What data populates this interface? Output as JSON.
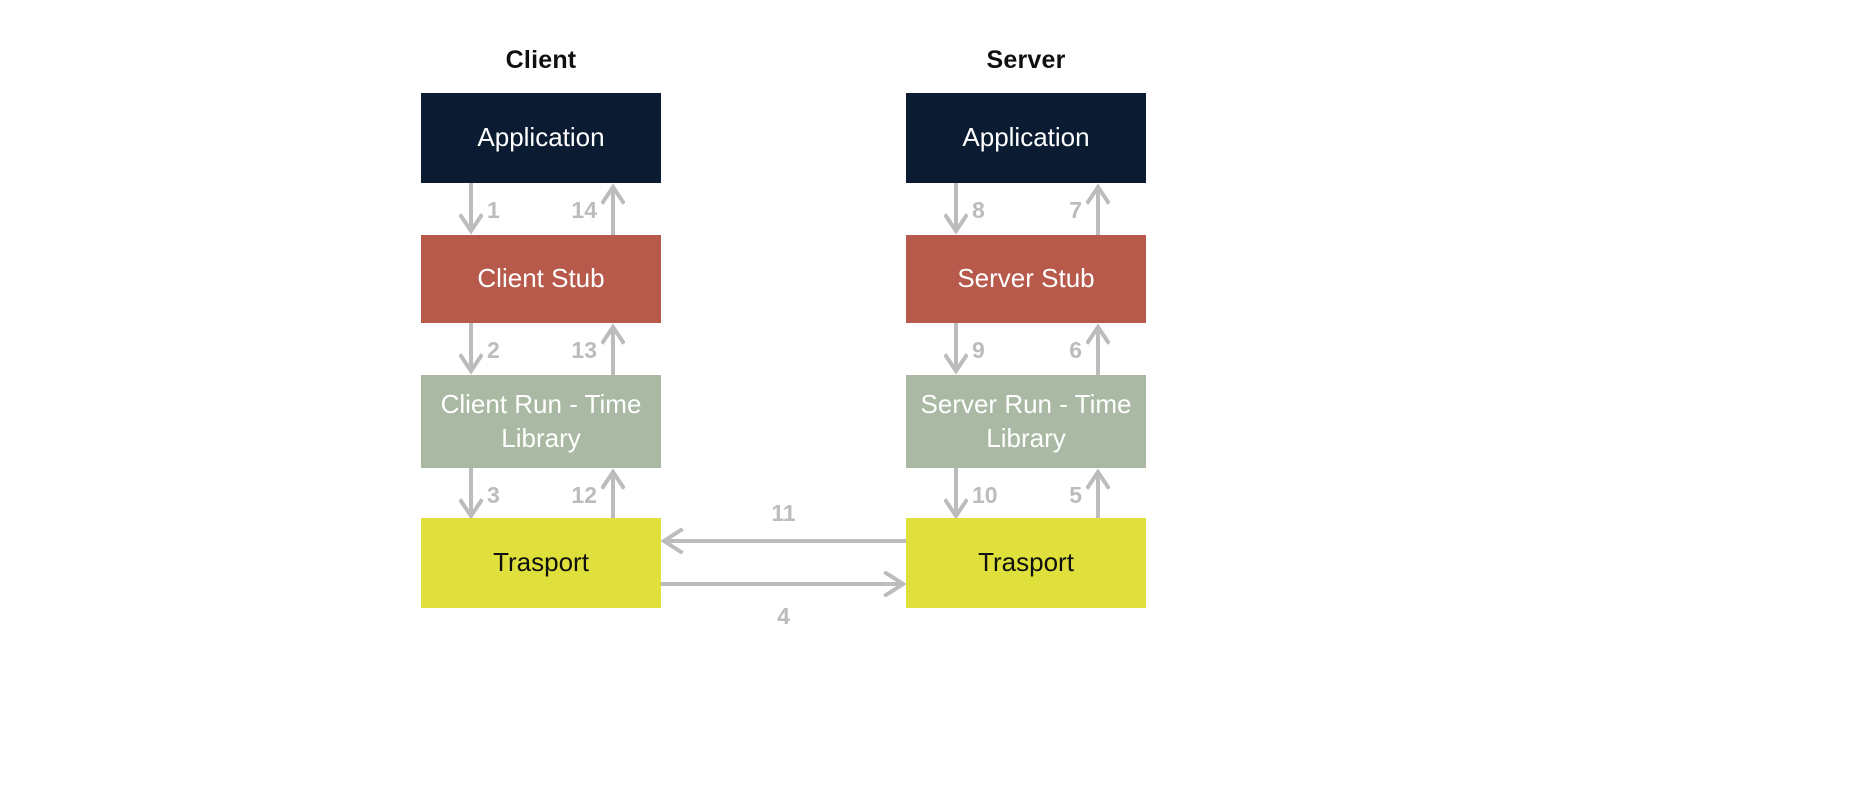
{
  "diagram": {
    "title_client": "Client",
    "title_server": "Server",
    "colors": {
      "application": "#0b1c32",
      "stub": "#b85a4b",
      "runtime": "#aab9a3",
      "transport": "#dfe03c",
      "arrow": "#bcbcbc",
      "background": "#ffffff",
      "heading_text": "#10100f"
    }
  },
  "client": {
    "layers": [
      {
        "name": "application",
        "label": "Application"
      },
      {
        "name": "stub",
        "label": "Client Stub"
      },
      {
        "name": "runtime",
        "label": "Client Run - Time Library"
      },
      {
        "name": "transport",
        "label": "Trasport"
      }
    ],
    "gaps": [
      {
        "down": "1",
        "up": "14"
      },
      {
        "down": "2",
        "up": "13"
      },
      {
        "down": "3",
        "up": "12"
      }
    ]
  },
  "server": {
    "layers": [
      {
        "name": "application",
        "label": "Application"
      },
      {
        "name": "stub",
        "label": "Server Stub"
      },
      {
        "name": "runtime",
        "label": "Server Run - Time Library"
      },
      {
        "name": "transport",
        "label": "Trasport"
      }
    ],
    "gaps": [
      {
        "down": "8",
        "up": "7"
      },
      {
        "down": "9",
        "up": "6"
      },
      {
        "down": "10",
        "up": "5"
      }
    ]
  },
  "transport_links": [
    {
      "name": "server-to-client",
      "label": "11",
      "direction": "left"
    },
    {
      "name": "client-to-server",
      "label": "4",
      "direction": "right"
    }
  ]
}
